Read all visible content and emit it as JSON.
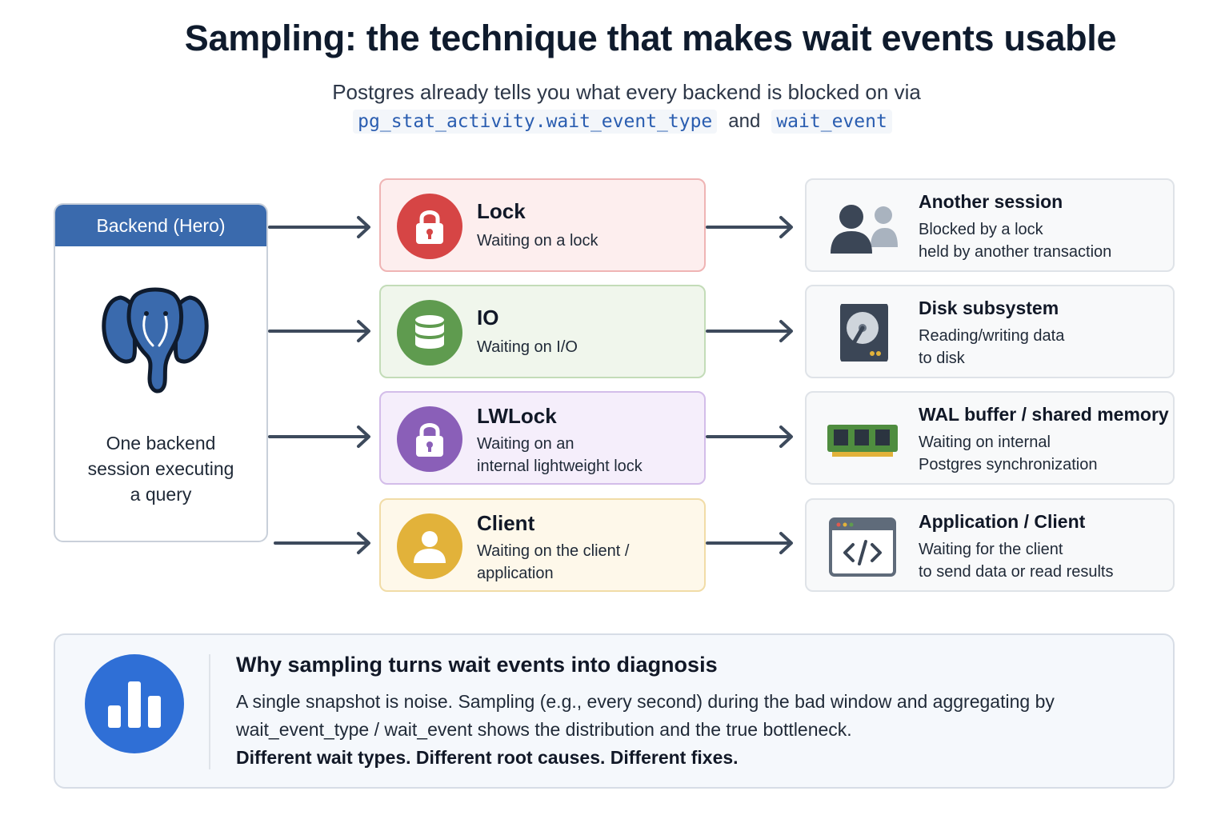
{
  "title": "Sampling: the technique that makes wait events usable",
  "subtitle": "Postgres already tells you what every backend is blocked on via",
  "code": {
    "field1": "pg_stat_activity.wait_event_type",
    "and": "and",
    "field2": "wait_event"
  },
  "hero": {
    "header": "Backend (Hero)",
    "line1": "One backend",
    "line2": "session executing",
    "line3": "a query",
    "icon": "postgres-elephant-icon"
  },
  "categories": [
    {
      "name": "Lock",
      "desc1": "Waiting on a lock",
      "desc2": "",
      "color": "#d64545",
      "bg": "#fdeeee",
      "border": "#efb4b4",
      "icon": "lock-icon"
    },
    {
      "name": "IO",
      "desc1": "Waiting on I/O",
      "desc2": "",
      "color": "#5f9b4f",
      "bg": "#f0f6ec",
      "border": "#c3dcb8",
      "icon": "database-icon"
    },
    {
      "name": "LWLock",
      "desc1": "Waiting on an",
      "desc2": "internal lightweight lock",
      "color": "#8a5fb8",
      "bg": "#f5eefb",
      "border": "#d3bde9",
      "icon": "lock-icon"
    },
    {
      "name": "Client",
      "desc1": "Waiting on the client /",
      "desc2": "application",
      "color": "#e2b23a",
      "bg": "#fef8ea",
      "border": "#f1dca7",
      "icon": "user-icon"
    }
  ],
  "targets": [
    {
      "name": "Another session",
      "desc1": "Blocked by a lock",
      "desc2": "held by another transaction",
      "icon": "users-icon"
    },
    {
      "name": "Disk subsystem",
      "desc1": "Reading/writing data",
      "desc2": "to disk",
      "icon": "hard-drive-icon"
    },
    {
      "name": "WAL buffer / shared memory",
      "desc1": "Waiting on internal",
      "desc2": "Postgres synchronization",
      "icon": "memory-chip-icon"
    },
    {
      "name": "Application / Client",
      "desc1": "Waiting for the client",
      "desc2": "to send data or read results",
      "icon": "code-window-icon"
    }
  ],
  "panel": {
    "title": "Why sampling turns wait events into diagnosis",
    "body": "A single snapshot is noise. Sampling (e.g., every second) during the bad window and aggregating by wait_event_type / wait_event shows the distribution and the true bottleneck.",
    "bold": "Different wait types. Different root causes. Different fixes.",
    "icon": "bar-chart-icon"
  },
  "colors": {
    "hero_header": "#3a6aad",
    "arrow": "#3d4a5c",
    "panel_icon": "#2f6fd6"
  }
}
